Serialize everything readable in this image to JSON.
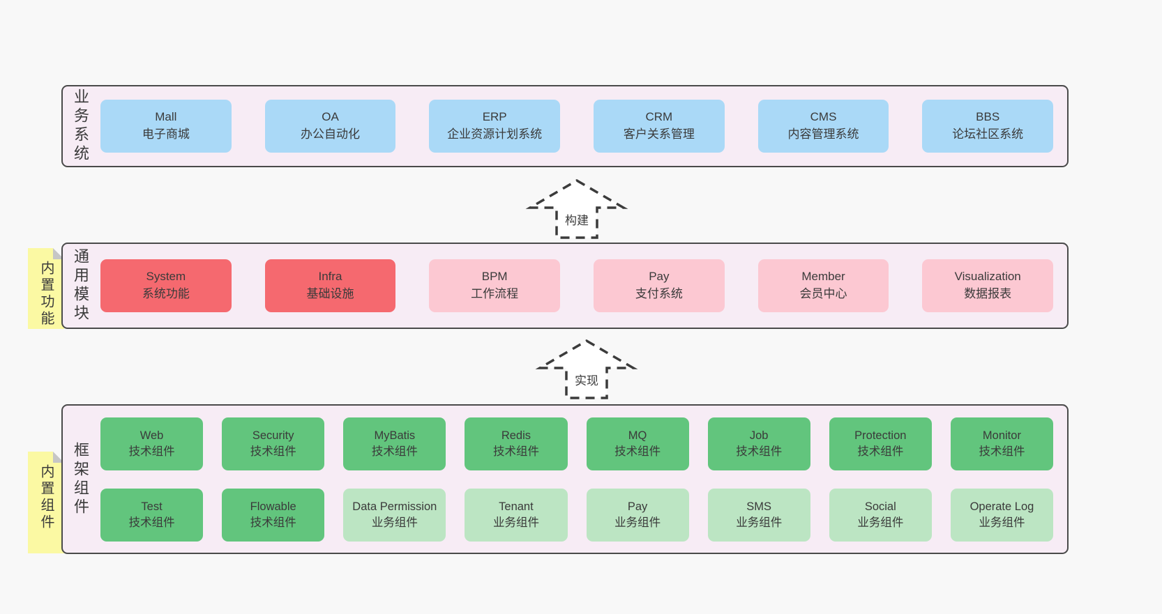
{
  "colors": {
    "page_bg": "#f8f8f8",
    "panel_bg": "#f7ecf5",
    "panel_border": "#4a4a4a",
    "business_box": "#aad9f7",
    "core_module_box": "#f5696f",
    "optional_module_box": "#fcc8d2",
    "tech_component_box": "#62c57d",
    "biz_component_box": "#bce5c3",
    "sticky_note": "#fbf9a3"
  },
  "arrows": {
    "build": "构建",
    "implement": "实现"
  },
  "layers": {
    "business": {
      "label": "业务系统",
      "items": [
        {
          "title": "Mall",
          "subtitle": "电子商城"
        },
        {
          "title": "OA",
          "subtitle": "办公自动化"
        },
        {
          "title": "ERP",
          "subtitle": "企业资源计划系统"
        },
        {
          "title": "CRM",
          "subtitle": "客户关系管理"
        },
        {
          "title": "CMS",
          "subtitle": "内容管理系统"
        },
        {
          "title": "BBS",
          "subtitle": "论坛社区系统"
        }
      ]
    },
    "modules": {
      "label": "通用模块",
      "sticky": "内置功能",
      "items": [
        {
          "title": "System",
          "subtitle": "系统功能"
        },
        {
          "title": "Infra",
          "subtitle": "基础设施"
        },
        {
          "title": "BPM",
          "subtitle": "工作流程"
        },
        {
          "title": "Pay",
          "subtitle": "支付系统"
        },
        {
          "title": "Member",
          "subtitle": "会员中心"
        },
        {
          "title": "Visualization",
          "subtitle": "数据报表"
        }
      ]
    },
    "framework": {
      "label": "框架组件",
      "sticky": "内置组件",
      "rows": [
        [
          {
            "title": "Web",
            "subtitle": "技术组件"
          },
          {
            "title": "Security",
            "subtitle": "技术组件"
          },
          {
            "title": "MyBatis",
            "subtitle": "技术组件"
          },
          {
            "title": "Redis",
            "subtitle": "技术组件"
          },
          {
            "title": "MQ",
            "subtitle": "技术组件"
          },
          {
            "title": "Job",
            "subtitle": "技术组件"
          },
          {
            "title": "Protection",
            "subtitle": "技术组件"
          },
          {
            "title": "Monitor",
            "subtitle": "技术组件"
          }
        ],
        [
          {
            "title": "Test",
            "subtitle": "技术组件"
          },
          {
            "title": "Flowable",
            "subtitle": "技术组件"
          },
          {
            "title": "Data Permission",
            "subtitle": "业务组件"
          },
          {
            "title": "Tenant",
            "subtitle": "业务组件"
          },
          {
            "title": "Pay",
            "subtitle": "业务组件"
          },
          {
            "title": "SMS",
            "subtitle": "业务组件"
          },
          {
            "title": "Social",
            "subtitle": "业务组件"
          },
          {
            "title": "Operate Log",
            "subtitle": "业务组件"
          }
        ]
      ]
    }
  }
}
